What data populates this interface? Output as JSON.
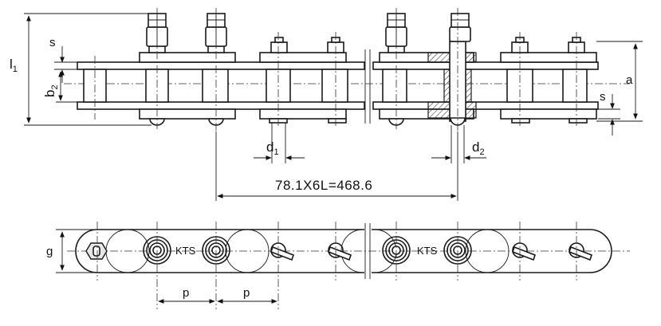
{
  "labels": {
    "l": "l",
    "l_sub": "1",
    "s_top": "s",
    "b": "b",
    "b_sub": "2",
    "a": "a",
    "s_right": "s",
    "d1": "d",
    "d1_sub": "1",
    "d2": "d",
    "d2_sub": "2",
    "length": "78.1X6L=468.6",
    "g": "g",
    "p1": "p",
    "p2": "p",
    "kts1": "KTS",
    "kts2": "KTS"
  }
}
